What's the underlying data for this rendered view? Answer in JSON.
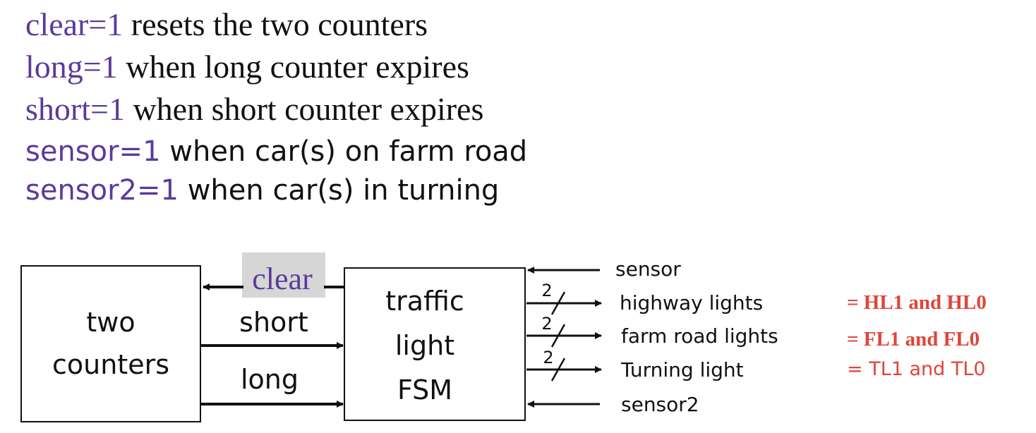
{
  "definitions": [
    {
      "signal": "clear=1",
      "text": " resets the two counters"
    },
    {
      "signal": "long=1",
      "text": " when long counter expires"
    },
    {
      "signal": "short=1",
      "text": " when short counter expires"
    },
    {
      "signal": "sensor=1",
      "text": " when car(s) on farm road"
    },
    {
      "signal": "sensor2=1",
      "text": " when car(s) in turning"
    }
  ],
  "diagram": {
    "counters_block": {
      "line1": "two",
      "line2": "counters"
    },
    "fsm_block": {
      "line1": "traffic",
      "line2": "light",
      "line3": "FSM"
    },
    "signals": {
      "clear": "clear",
      "short": "short",
      "long": "long"
    },
    "inputs": {
      "sensor": "sensor",
      "sensor2": "sensor2"
    },
    "outputs": [
      {
        "label": "highway lights",
        "width": "2",
        "assign": "= HL1 and HL0"
      },
      {
        "label": "farm road lights",
        "width": "2",
        "assign": "= FL1 and FL0"
      },
      {
        "label": "Turning light",
        "width": "2",
        "assign": "= TL1 and TL0"
      }
    ],
    "colors": {
      "keyword": "#5b3a9b",
      "assign": "#e0443a",
      "clear_highlight": "#d6d6d6"
    }
  }
}
